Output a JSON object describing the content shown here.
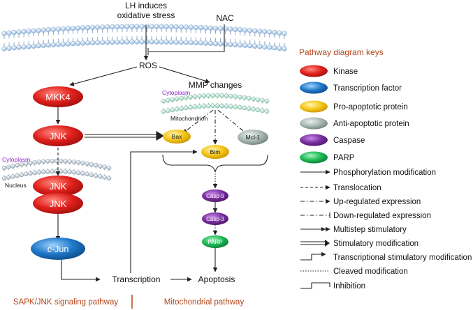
{
  "diagram": {
    "top_label": "LH induces\noxidative stress",
    "nac": "NAC",
    "ros": "ROS",
    "mmp": "MMP changes",
    "cytoplasm_mito": "Cytoplasm",
    "mitochondrion": "Mitochondrion",
    "cytoplasm_nuc": "Cytoplasm",
    "nucleus": "Nucleus",
    "mkk4": "MKK4",
    "jnk_top": "JNK",
    "jnk_n1": "JNK",
    "jnk_n2": "JNK",
    "cjun": "c-Jun",
    "bax": "Bax",
    "bim": "Bim",
    "mcl1": "Mcl-1",
    "casp9": "Casp-9",
    "casp3": "Casp-3",
    "parp": "PARP",
    "transcription": "Transcription",
    "apoptosis": "Apoptosis",
    "sapk_pathway": "SAPK/JNK signaling pathway",
    "mito_pathway": "Mitochondrial pathway"
  },
  "keys": {
    "title": "Pathway diagram keys",
    "colors": {
      "kinase": "#d7191c",
      "transcription_factor": "#1f78c8",
      "pro_apoptotic": "#f5c518",
      "anti_apoptotic": "#a9b8b3",
      "caspase": "#7a2fa0",
      "parp": "#1db954",
      "title": "#b5451b"
    },
    "shapes": [
      {
        "label": "Kinase",
        "icon": "red-ellipse"
      },
      {
        "label": "Transcription factor",
        "icon": "blue-ellipse"
      },
      {
        "label": "Pro-apoptotic protein",
        "icon": "yellow-ellipse"
      },
      {
        "label": "Anti-apoptotic protein",
        "icon": "gray-ellipse"
      },
      {
        "label": "Caspase",
        "icon": "purple-ellipse"
      },
      {
        "label": "PARP",
        "icon": "green-ellipse"
      }
    ],
    "lines": [
      {
        "label": "Phosphorylation modification",
        "icon": "solid-arrow"
      },
      {
        "label": "Translocation",
        "icon": "dashed-arrow"
      },
      {
        "label": "Up-regulated expression",
        "icon": "dash-dot-arrow"
      },
      {
        "label": "Down-regulated expression",
        "icon": "dash-dot-inhibit"
      },
      {
        "label": "Multistep stimulatory",
        "icon": "double-head-arrow"
      },
      {
        "label": "Stimulatory modification",
        "icon": "double-line-arrow"
      },
      {
        "label": "Transcriptional stimulatory modification",
        "icon": "bent-arrow"
      },
      {
        "label": "Cleaved modification",
        "icon": "dotted-line"
      },
      {
        "label": "Inhibition",
        "icon": "inhibition-bar"
      }
    ]
  }
}
